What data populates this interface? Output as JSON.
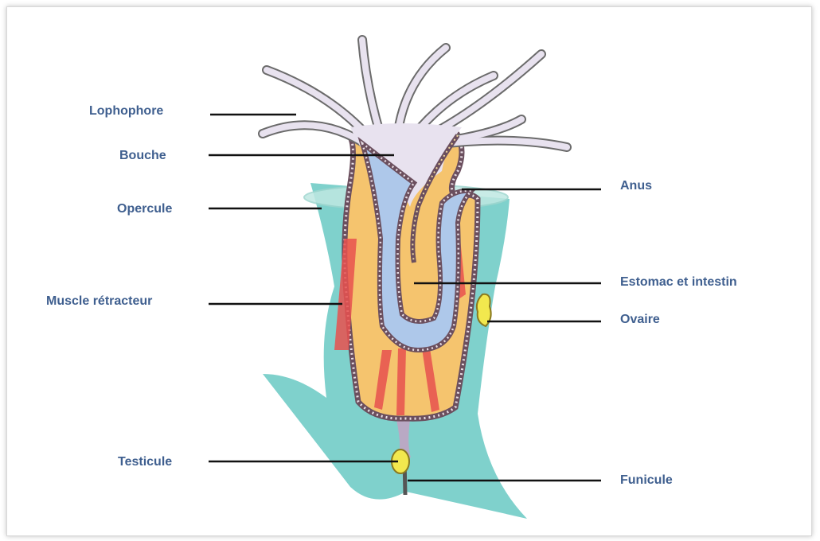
{
  "labels": {
    "lophophore": "Lophophore",
    "bouche": "Bouche",
    "opercule": "Opercule",
    "muscle": "Muscle rétracteur",
    "testicule": "Testicule",
    "anus": "Anus",
    "estomac": "Estomac et intestin",
    "ovaire": "Ovaire",
    "funicule": "Funicule"
  },
  "colors": {
    "label_text": "#3f5f8f",
    "body_teal": "#7fd1cc",
    "coelom_orange": "#f5c46e",
    "gut_blue": "#aec8ea",
    "lophophore_lilac": "#e8e2ef",
    "muscle_red": "#e8514f",
    "gonad_yellow": "#f2e84e",
    "wall_brown": "#6b4f5e"
  }
}
